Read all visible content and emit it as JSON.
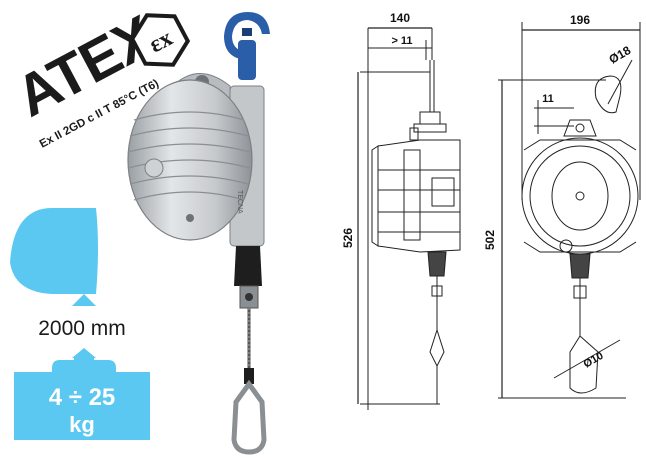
{
  "atex": {
    "mark": "ATEX",
    "ex_symbol": "εx",
    "certification": "Ex II 2GD c II T 85°C (T6)"
  },
  "specs": {
    "cable_length": "2000 mm",
    "load_range": "4 ÷ 25",
    "load_unit": "kg"
  },
  "product": {
    "brand_text": "TECNA"
  },
  "dimensions": {
    "side_width": "140",
    "side_offset": "> 11",
    "side_height": "526",
    "front_width": "196",
    "front_hook": "Ø18",
    "front_offset": "11",
    "front_height": "502",
    "front_cable": "Ø10"
  },
  "colors": {
    "accent_blue": "#5ac8f0",
    "hook_blue": "#2a5ea8",
    "line": "#222222"
  }
}
